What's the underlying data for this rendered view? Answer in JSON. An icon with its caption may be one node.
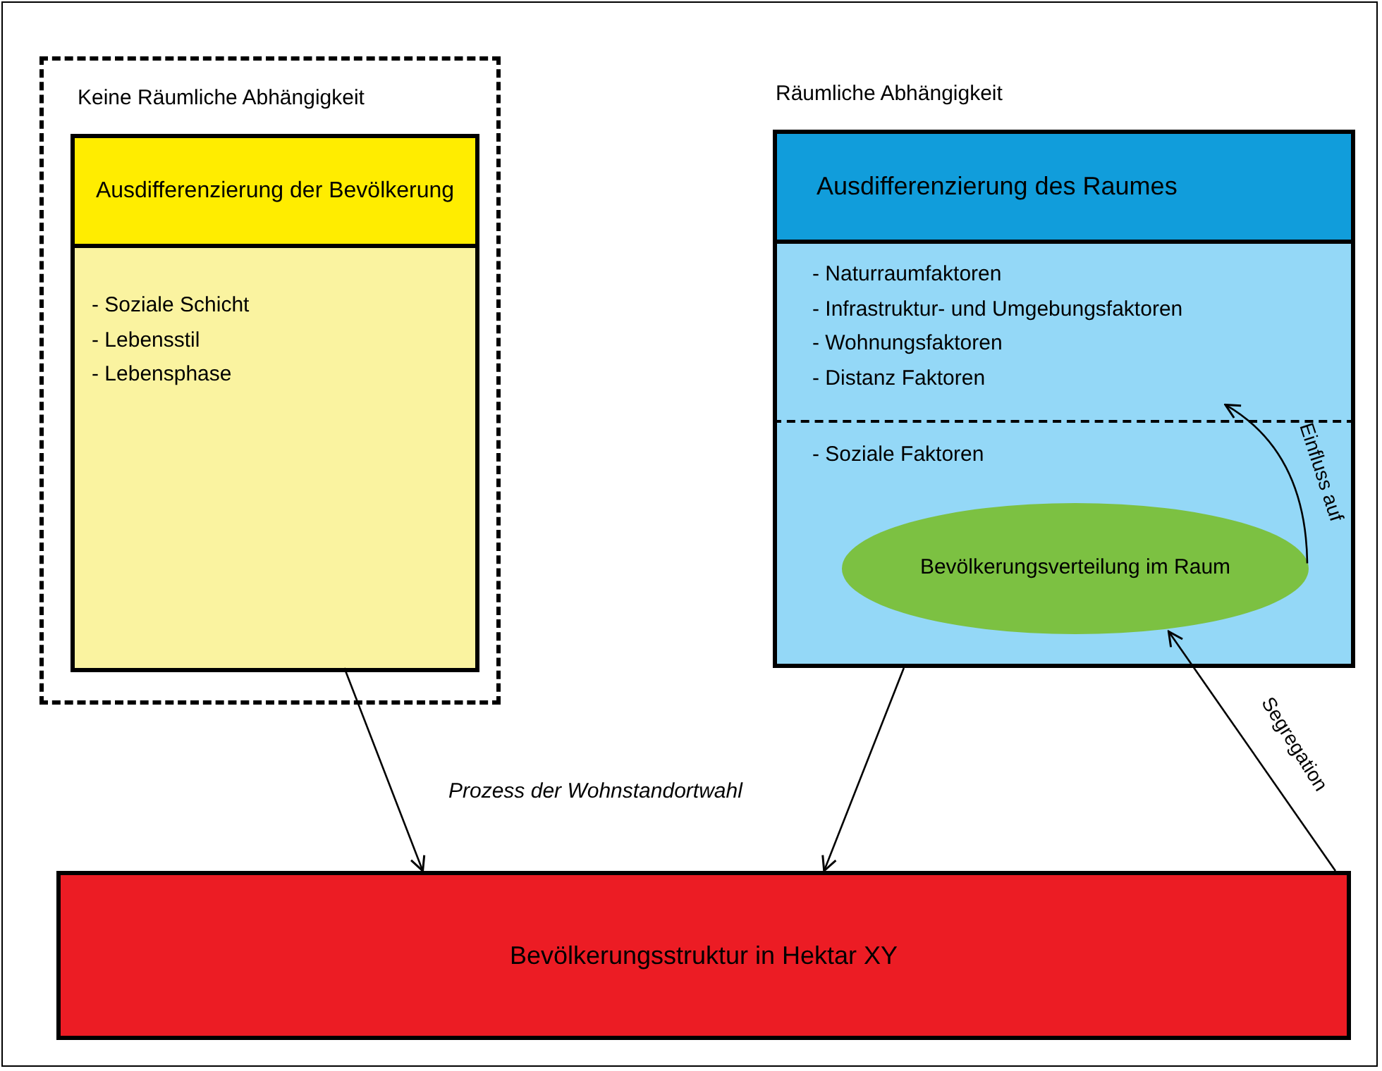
{
  "diagram": {
    "nodes": [
      {
        "text": [
          "Keine Räumliche Abhängigkeit"
        ]
      },
      {
        "text": [
          "Ausdifferenzierung der Bevölkerung",
          "- Soziale Schicht",
          "- Lebensstil",
          "- Lebensphase"
        ],
        "in": 0
      },
      {
        "text": [
          "Räumliche Abhängigkeit",
          "Ausdifferenzierung des Raumes"
        ]
      },
      {
        "text": [
          "- Naturraumfaktoren",
          "- Infrastruktur- und Umgebungsfaktoren",
          "- Wohnungsfaktoren",
          "- Distanz Faktoren"
        ],
        "in": 2
      },
      {
        "text": [
          "- Soziale Faktoren"
        ],
        "in": 2
      },
      {
        "text": [
          "Bevölkerungsverteilung im Raum"
        ],
        "in": 4
      },
      {
        "text": [
          "Bevölkerungsstruktur in Hektar XY"
        ]
      }
    ],
    "edges": [
      {
        "from": 1,
        "to": 6,
        "arrow": "to"
      },
      {
        "from": 2,
        "to": 6,
        "arrow": "to"
      },
      {
        "from": 6,
        "to": 5,
        "arrow": "to",
        "label": "Segregation"
      },
      {
        "from": 5,
        "to": 3,
        "arrow": "to",
        "label": "Einfluss auf"
      }
    ],
    "labels": [
      "Prozess der Wohnstandortwahl"
    ]
  }
}
